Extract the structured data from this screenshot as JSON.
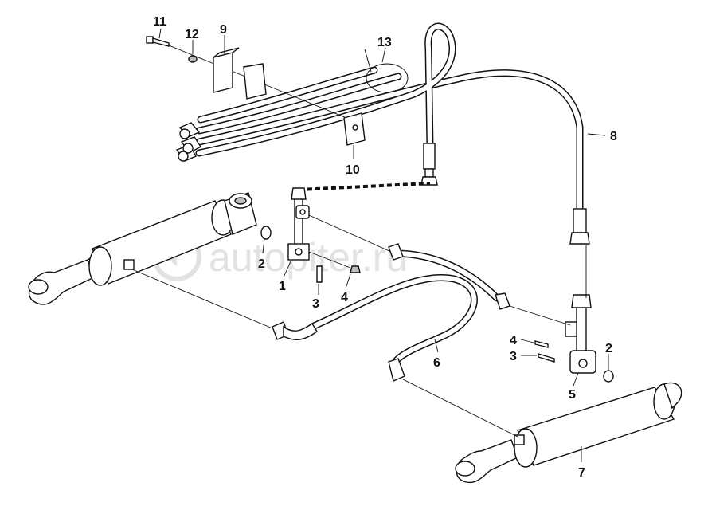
{
  "watermark": {
    "text": "autopiter.ru"
  },
  "callouts": [
    {
      "id": "c11",
      "label": "11"
    },
    {
      "id": "c12",
      "label": "12"
    },
    {
      "id": "c9",
      "label": "9"
    },
    {
      "id": "c13",
      "label": "13"
    },
    {
      "id": "c8",
      "label": "8"
    },
    {
      "id": "c10",
      "label": "10"
    },
    {
      "id": "c2a",
      "label": "2"
    },
    {
      "id": "c1",
      "label": "1"
    },
    {
      "id": "c3a",
      "label": "3"
    },
    {
      "id": "c4a",
      "label": "4"
    },
    {
      "id": "c6",
      "label": "6"
    },
    {
      "id": "c4b",
      "label": "4"
    },
    {
      "id": "c3b",
      "label": "3"
    },
    {
      "id": "c2b",
      "label": "2"
    },
    {
      "id": "c5",
      "label": "5"
    },
    {
      "id": "c7",
      "label": "7"
    }
  ]
}
